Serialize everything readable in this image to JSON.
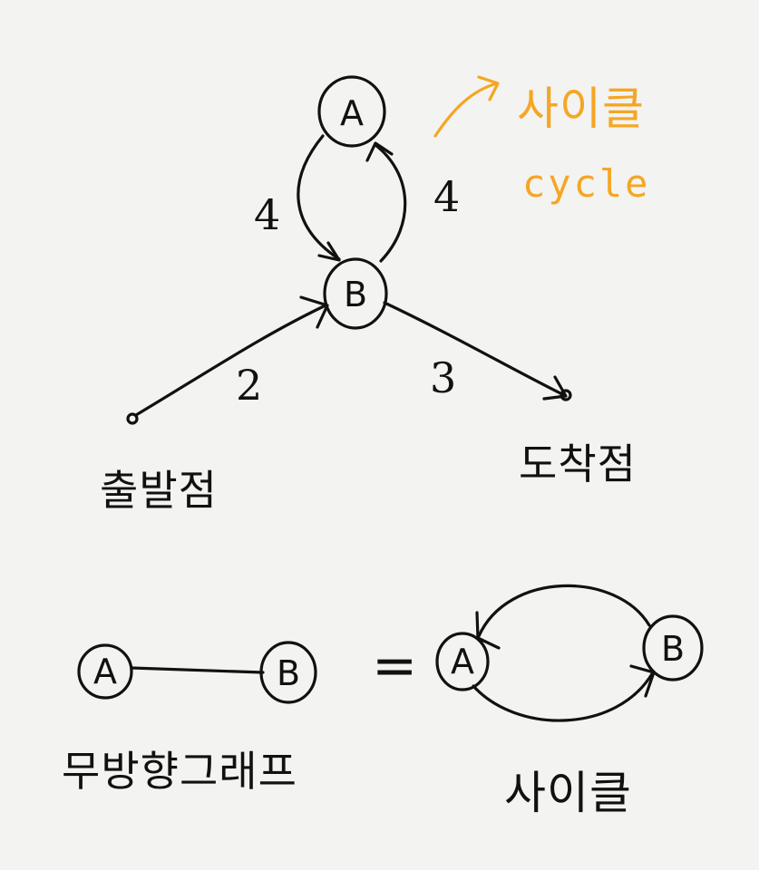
{
  "top_graph": {
    "nodes": {
      "a": "A",
      "b": "B"
    },
    "weights": {
      "left_loop": "4",
      "right_loop": "4",
      "start_edge": "2",
      "end_edge": "3"
    },
    "start_label": "출발점",
    "end_label": "도착점",
    "cycle_annotation": {
      "korean": "사이클",
      "english": "cycle",
      "color": "#f5a623"
    }
  },
  "bottom": {
    "undirected": {
      "node_a": "A",
      "node_b": "B",
      "caption": "무방향그래프"
    },
    "equals": "=",
    "cycle": {
      "node_a": "A",
      "node_b": "B",
      "caption": "사이클"
    }
  },
  "colors": {
    "ink": "#111111",
    "accent": "#f5a623",
    "paper": "#f3f3f1"
  }
}
